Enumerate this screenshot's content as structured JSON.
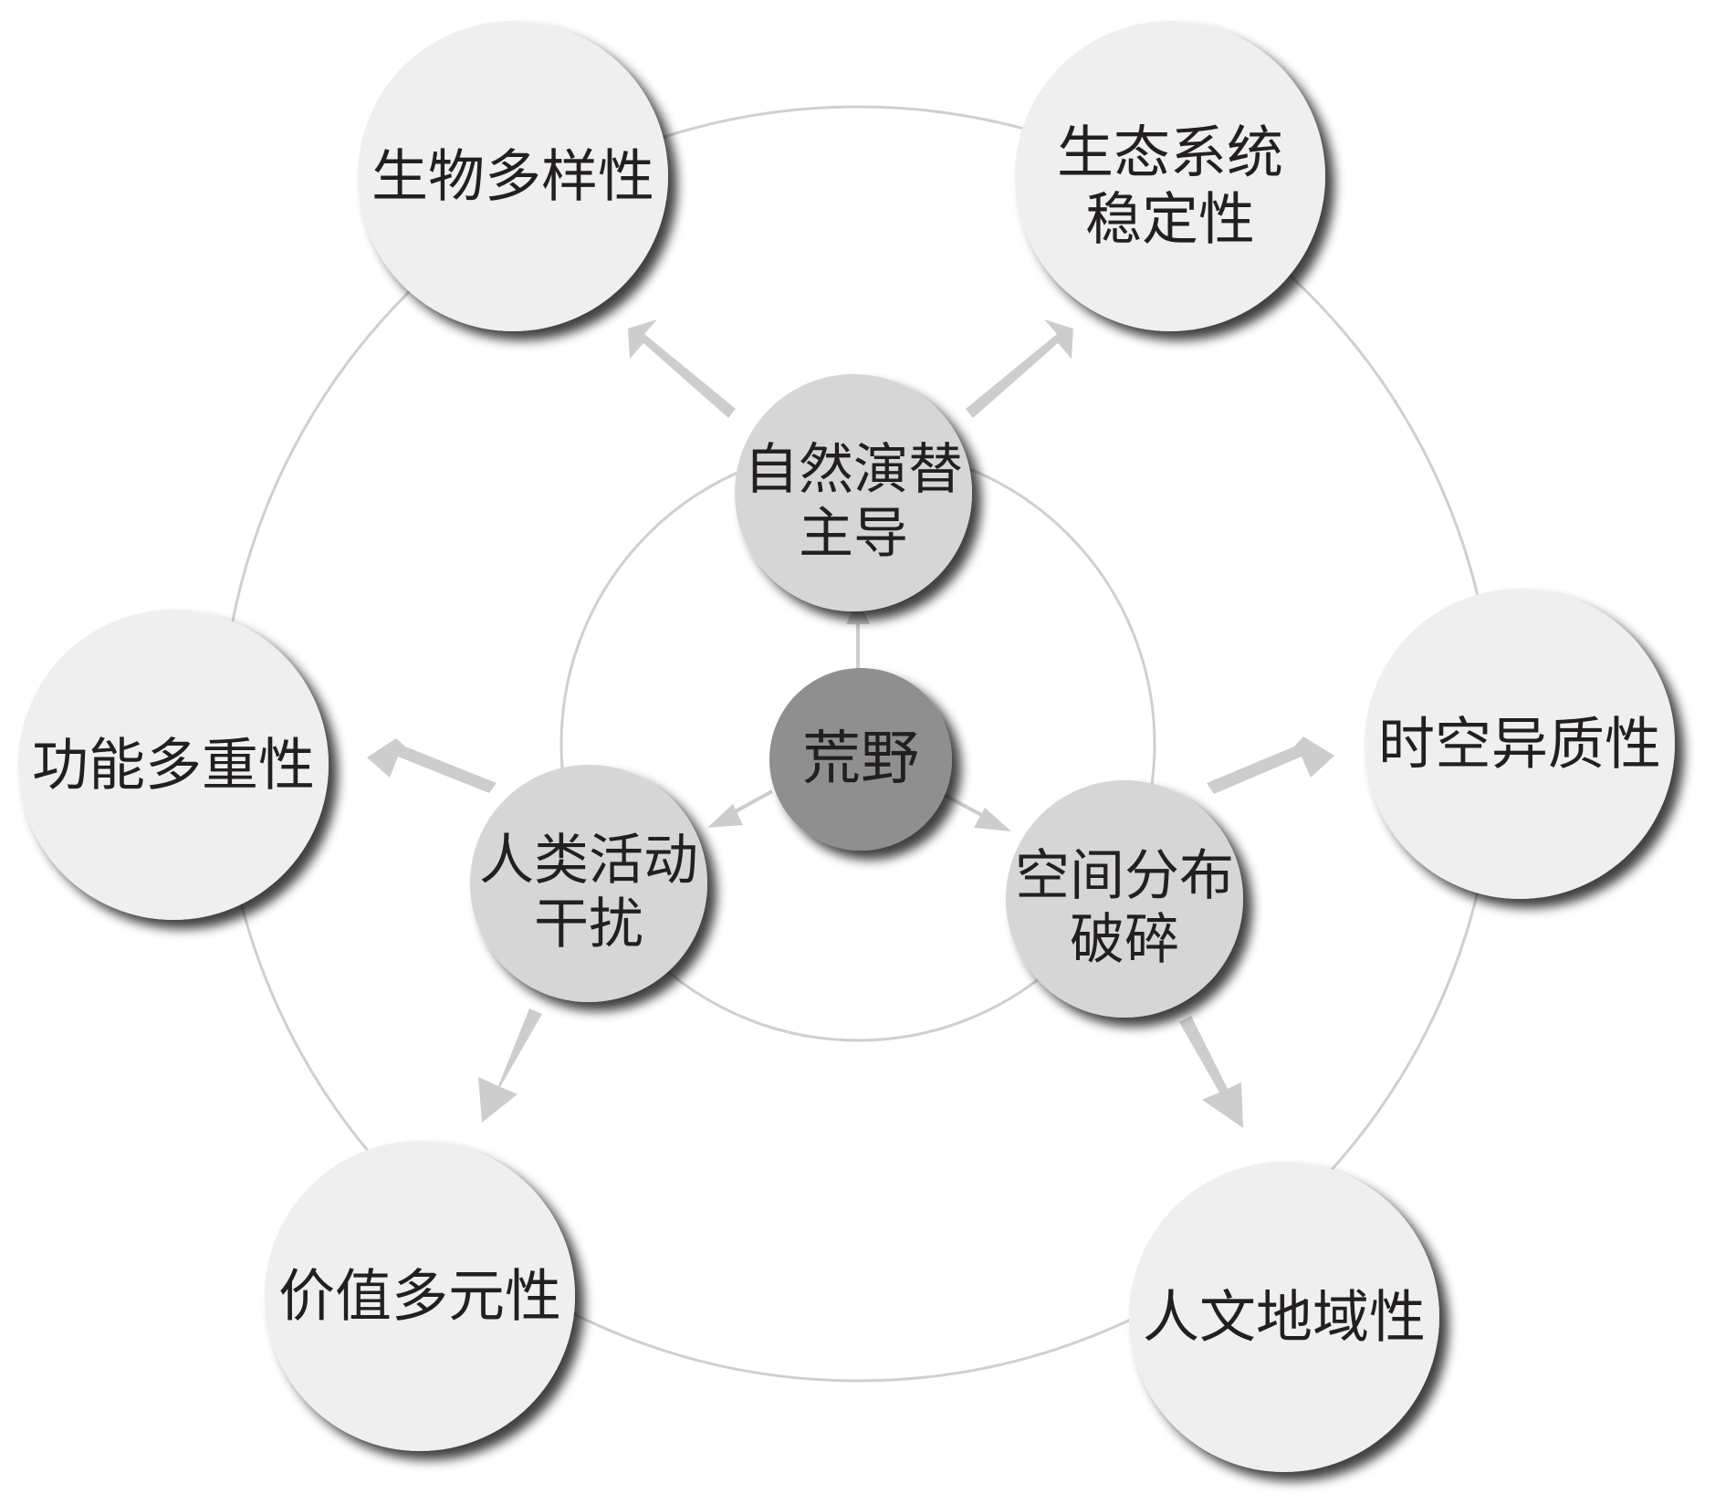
{
  "colors": {
    "background": "#ffffff",
    "ring": "#cfcfcf",
    "outer_fill": "#efefef",
    "middle_fill": "#d6d6d6",
    "core_fill": "#8f8f8f",
    "arrow": "#cdcdcd",
    "text": "#231f20",
    "shadow": "#6e6e6e"
  },
  "core": {
    "lines": [
      "荒野"
    ]
  },
  "middle_nodes": [
    {
      "id": "natural",
      "lines": [
        "自然演替",
        "主导"
      ]
    },
    {
      "id": "human",
      "lines": [
        "人类活动",
        "干扰"
      ]
    },
    {
      "id": "spatial",
      "lines": [
        "空间分布",
        "破碎"
      ]
    }
  ],
  "outer_nodes": [
    {
      "id": "biodiversity",
      "lines": [
        "生物多样性"
      ]
    },
    {
      "id": "stability",
      "lines": [
        "生态系统",
        "稳定性"
      ]
    },
    {
      "id": "heterogeneity",
      "lines": [
        "时空异质性"
      ]
    },
    {
      "id": "humanistic",
      "lines": [
        "人文地域性"
      ]
    },
    {
      "id": "value",
      "lines": [
        "价值多元性"
      ]
    },
    {
      "id": "function",
      "lines": [
        "功能多重性"
      ]
    }
  ]
}
